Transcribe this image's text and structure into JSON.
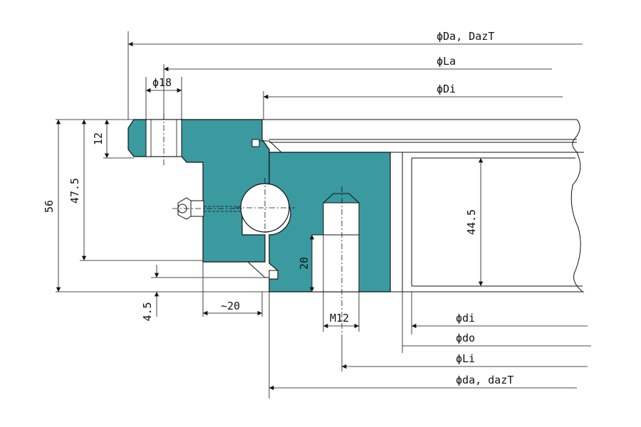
{
  "labels": {
    "da_outer": "ϕDa, DazT",
    "la": "ϕLa",
    "di_upper": "ϕDi",
    "hole_dia": "ϕ18",
    "dim_12": "12",
    "dim_56": "56",
    "dim_47_5": "47.5",
    "dim_4_5": "4.5",
    "dim_20_approx": "~20",
    "dim_20": "20",
    "dim_44_5": "44.5",
    "thread": "M12",
    "di_lower": "ϕdi",
    "do": "ϕdo",
    "li": "ϕLi",
    "da_inner": "ϕda, dazT"
  },
  "colors": {
    "ring_fill": "#3a9aa0",
    "line": "#111111"
  }
}
